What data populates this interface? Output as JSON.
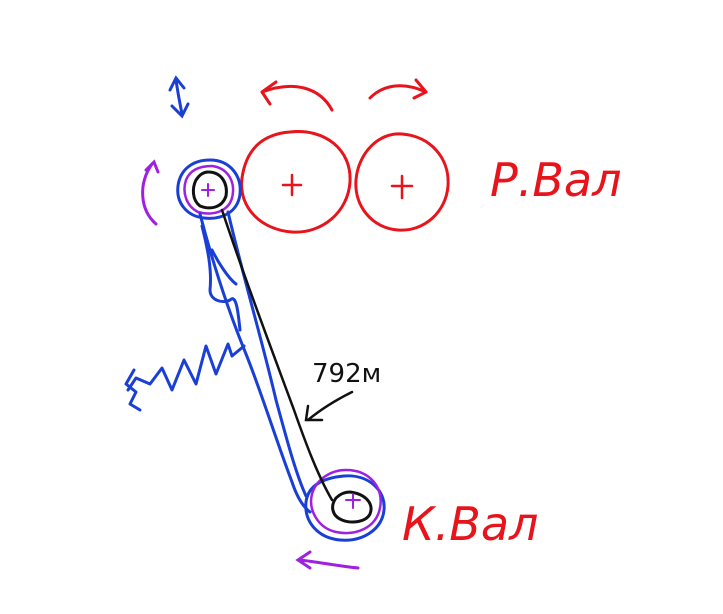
{
  "labels": {
    "top_roller": "Р.Вал",
    "bottom_roller": "К.Вал",
    "dimension": "792м"
  },
  "colors": {
    "red": "#e8141c",
    "blue": "#1a3fd6",
    "purple": "#a020e0",
    "black": "#111111",
    "background": "#ffffff"
  },
  "icons": {
    "rotate_left": "curved-arrow-left-icon",
    "rotate_right": "curved-arrow-right-icon",
    "vertical_adjust": "double-arrow-vertical-icon",
    "pointer": "arrow-pointer-icon"
  }
}
